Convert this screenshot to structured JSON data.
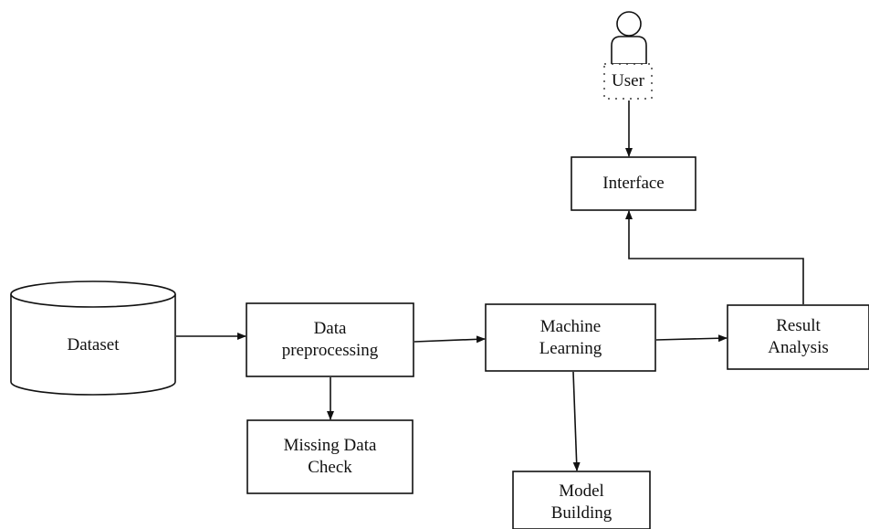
{
  "diagram": {
    "line_color": "#111111",
    "nodes": {
      "user": {
        "label": "User"
      },
      "interface": {
        "label": "Interface"
      },
      "dataset": {
        "label": "Dataset"
      },
      "data_preprocessing": {
        "label": "Data\npreprocessing"
      },
      "machine_learning": {
        "label": "Machine\nLearning"
      },
      "result_analysis": {
        "label": "Result\nAnalysis"
      },
      "missing_data_check": {
        "label": "Missing Data\nCheck"
      },
      "model_building": {
        "label": "Model\nBuilding"
      }
    },
    "icons": {
      "user": "user-person-icon",
      "dataset": "database-cylinder-icon"
    },
    "edges": [
      {
        "from": "user",
        "to": "interface"
      },
      {
        "from": "dataset",
        "to": "data_preprocessing"
      },
      {
        "from": "data_preprocessing",
        "to": "machine_learning"
      },
      {
        "from": "data_preprocessing",
        "to": "missing_data_check"
      },
      {
        "from": "machine_learning",
        "to": "result_analysis"
      },
      {
        "from": "machine_learning",
        "to": "model_building"
      },
      {
        "from": "result_analysis",
        "to": "interface"
      }
    ]
  }
}
